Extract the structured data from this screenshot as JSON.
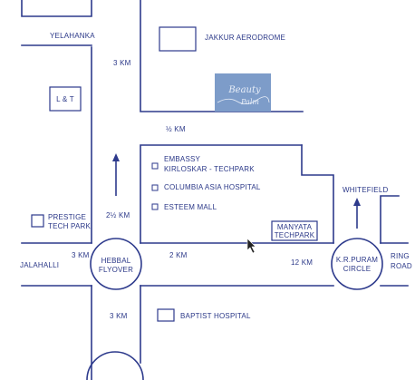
{
  "colors": {
    "line": "#2d3a8c",
    "text": "#2b3888",
    "logo_bg": "#7d9cc9",
    "background": "#ffffff"
  },
  "labels": {
    "yelahanka": "YELAHANKA",
    "jakkur": "JAKKUR AERODROME",
    "dist_3km_north": "3 KM",
    "lt": "L & T",
    "half_km": "½ KM",
    "embassy": "EMBASSY",
    "kirloskar": "KIRLOSKAR - TECHPARK",
    "columbia": "COLUMBIA ASIA HOSPITAL",
    "esteem": "ESTEEM MALL",
    "whitefield": "WHITEFIELD",
    "prestige_line1": "PRESTIGE",
    "prestige_line2": "TECH PARK",
    "dist_2half_km": "2½ KM",
    "manyata_line1": "MANYATA",
    "manyata_line2": "TECHPARK",
    "dist_3km_west": "3 KM",
    "jalahalli": "JALAHALLI",
    "hebbal_line1": "HEBBAL",
    "hebbal_line2": "FLYOVER",
    "dist_2km": "2 KM",
    "dist_12km": "12 KM",
    "krpuram_line1": "K.R.PURAM",
    "krpuram_line2": "CIRCLE",
    "ring_line1": "RING",
    "ring_line2": "ROAD",
    "dist_3km_south": "3 KM",
    "baptist": "BAPTIST HOSPITAL"
  },
  "logo": {
    "line1": "Beauty",
    "line2": "Palm"
  },
  "icons": {
    "pointer": "mouse-pointer-icon",
    "arrow": "up-arrow-icon"
  }
}
